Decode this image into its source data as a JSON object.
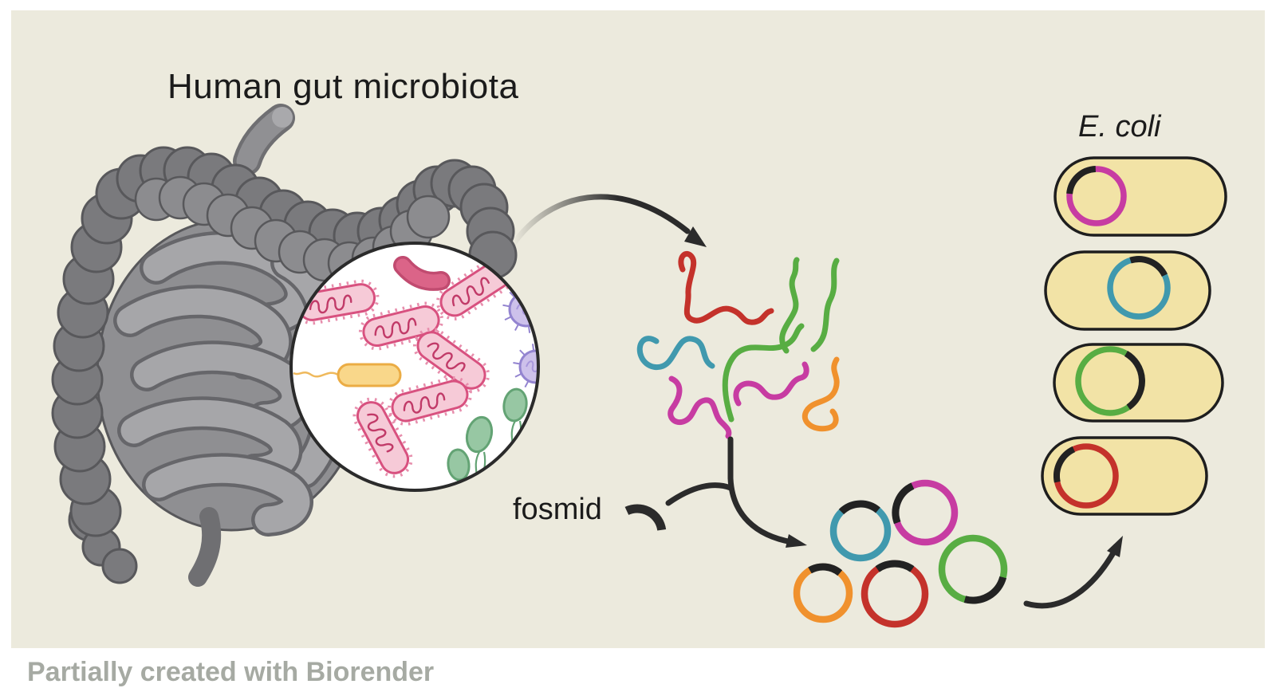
{
  "labels": {
    "title": "Human gut microbiota",
    "fosmid": "fosmid",
    "ecoli": "E. coli",
    "credit": "Partially created with Biorender"
  },
  "colors": {
    "page": "#FFFFFF",
    "panel": "#ECEADD",
    "ink": "#2B2B2B",
    "text": "#1B1B1B",
    "credit_text": "#A6AAA3",
    "cell_fill": "#F2E3A6",
    "cell_stroke": "#1E1E1E",
    "insert_black": "#222222",
    "teal": "#4099AE",
    "magenta": "#C73CA2",
    "green": "#58AD43",
    "orange": "#F0912D",
    "red": "#C4322B",
    "intestine_dark": "#7A7A7D",
    "intestine_mid": "#8C8C8F",
    "intestine_light": "#A6A6A9",
    "intestine_outline": "#58585B",
    "intestine_base": "#8F8F92",
    "rod_fill": "#F6CAD7",
    "rod_stroke": "#D8517F",
    "rod_scribble": "#C13A68",
    "rod_hair": "#E78FAD",
    "curved_rod": "#DB6488",
    "curved_rod_dark": "#C14B70",
    "yellow_fill": "#F9D78A",
    "yellow_stroke": "#EBAC44",
    "purple_fill": "#CDC1EB",
    "purple_stroke": "#9384D0",
    "green_microbe_fill": "#97C7A3",
    "green_microbe_stroke": "#63A374"
  },
  "entities": {
    "magnifier_microbes": [
      "rod-bacterium",
      "curved-rod-bacterium",
      "flagellated-yellow-rod",
      "purple-coccus",
      "green-flagellated-oval"
    ],
    "dna_fragments": [
      "red",
      "teal",
      "green",
      "green",
      "green",
      "magenta",
      "magenta",
      "orange"
    ],
    "fosmids": [
      {
        "color": "teal"
      },
      {
        "color": "magenta"
      },
      {
        "color": "green"
      },
      {
        "color": "orange"
      },
      {
        "color": "red"
      }
    ],
    "ecoli_cells": [
      {
        "insert": "magenta"
      },
      {
        "insert": "teal"
      },
      {
        "insert": "green"
      },
      {
        "insert": "red"
      }
    ]
  }
}
